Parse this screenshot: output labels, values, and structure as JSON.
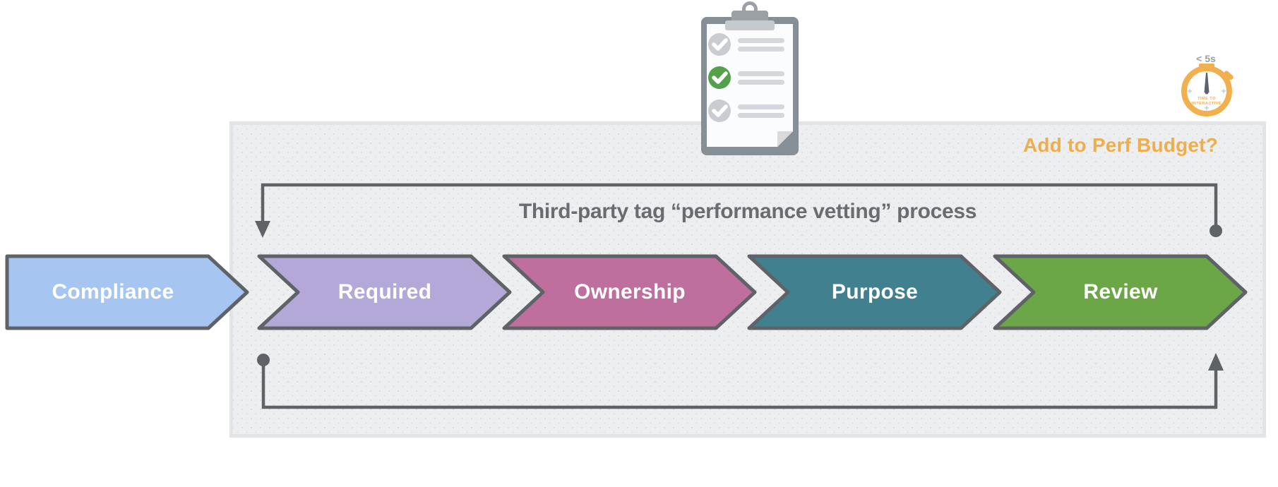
{
  "title": "Third-party tag “performance vetting” process",
  "perf_budget_label": "Add to Perf Budget?",
  "stopwatch": {
    "label": "< 5s",
    "face_line1": "TIME TO",
    "face_line2": "INTERACTIVE"
  },
  "stages": [
    {
      "label": "Compliance",
      "color": "#A6C5F0"
    },
    {
      "label": "Required",
      "color": "#B3A8D7"
    },
    {
      "label": "Ownership",
      "color": "#BE6F9D"
    },
    {
      "label": "Purpose",
      "color": "#40808F"
    },
    {
      "label": "Review",
      "color": "#6CA747"
    }
  ],
  "clipboard": {
    "item_states": [
      "gray-check",
      "green-check",
      "gray-check"
    ]
  },
  "colors": {
    "outline": "#5F6368",
    "accent_amber": "#F2AF4D",
    "label_amber": "#EDAE4E",
    "check_gray": "#C9CDD2",
    "check_green": "#55A04B",
    "time_label_gray": "#9AA0A6"
  }
}
